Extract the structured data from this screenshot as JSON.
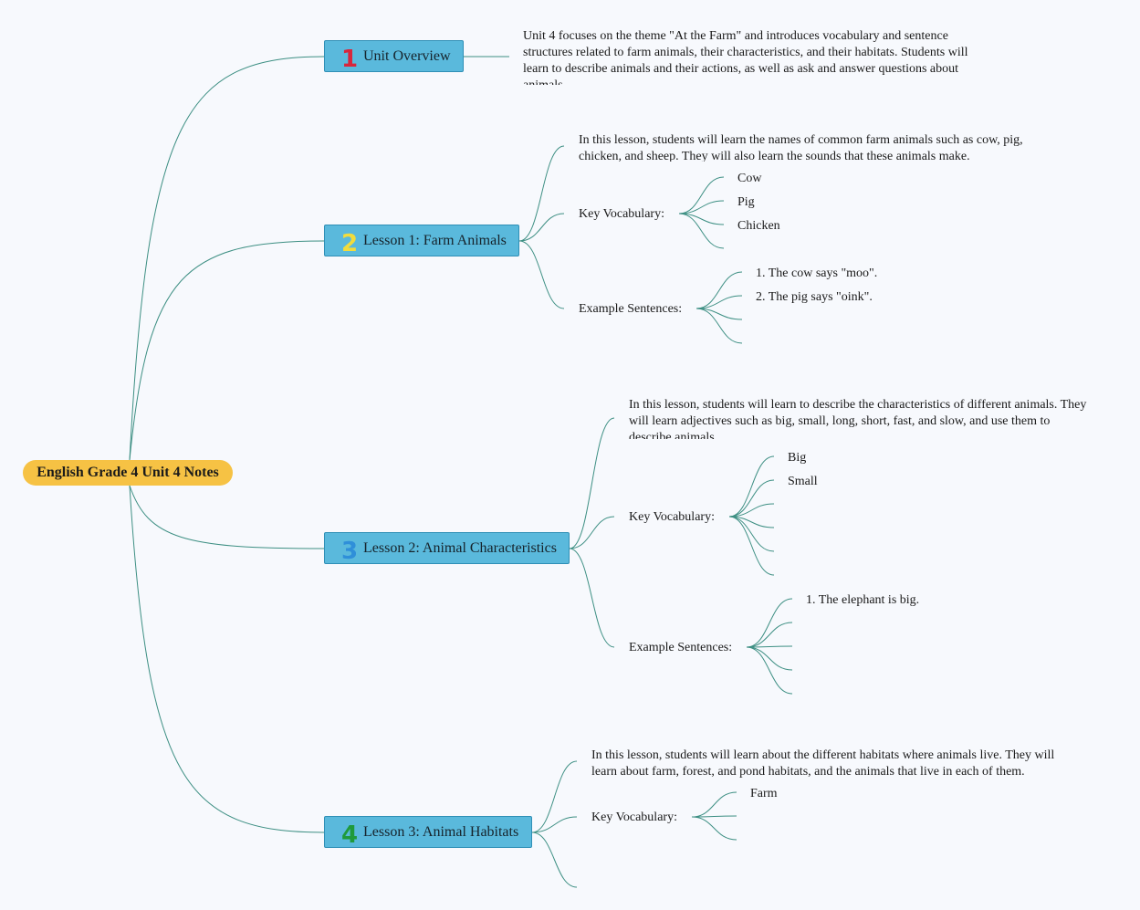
{
  "colors": {
    "background": "#f7f9fd",
    "root_fill": "#f6c244",
    "branch_fill": "#5ab9dc",
    "branch_border": "#2f8fb6",
    "connector": "#3d8f83",
    "num1": "#d8263c",
    "num2": "#f2dc3c",
    "num3": "#2f8fd9",
    "num4": "#1f9a3c"
  },
  "root": {
    "title": "English Grade 4 Unit 4 Notes"
  },
  "branches": [
    {
      "number": "1",
      "title": "Unit Overview",
      "description": "Unit 4 focuses on the theme \"At the Farm\" and introduces vocabulary and sentence structures related to farm animals, their characteristics, and their habitats. Students will learn to describe animals and their actions, as well as ask and answer questions about animals."
    },
    {
      "number": "2",
      "title": "Lesson 1: Farm Animals",
      "description": "In this lesson, students will learn the names of common farm animals such as cow, pig, chicken, and sheep. They will also learn the sounds that these animals make.",
      "vocab_label": "Key Vocabulary:",
      "vocab": [
        "Cow",
        "Pig",
        "Chicken"
      ],
      "examples_label": "Example Sentences:",
      "examples": [
        "1. The cow says \"moo\".",
        "2. The pig says \"oink\"."
      ]
    },
    {
      "number": "3",
      "title": "Lesson 2: Animal Characteristics",
      "description": "In this lesson, students will learn to describe the characteristics of different animals. They will learn adjectives such as big, small, long, short, fast, and slow, and use them to describe animals.",
      "vocab_label": "Key Vocabulary:",
      "vocab": [
        "Big",
        "Small"
      ],
      "examples_label": "Example Sentences:",
      "examples": [
        "1. The elephant is big."
      ]
    },
    {
      "number": "4",
      "title": "Lesson 3: Animal Habitats",
      "description": "In this lesson, students will learn about the different habitats where animals live. They will learn about farm, forest, and pond habitats, and the animals that live in each of them.",
      "vocab_label": "Key Vocabulary:",
      "vocab": [
        "Farm"
      ]
    }
  ]
}
